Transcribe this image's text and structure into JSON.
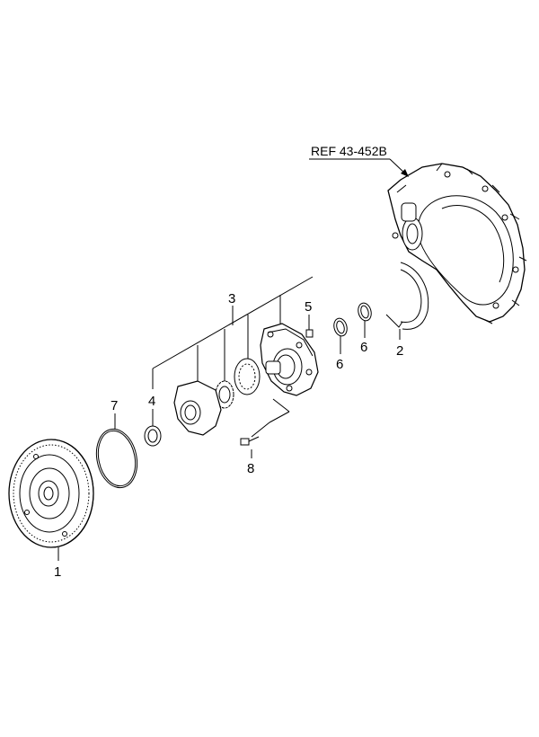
{
  "reference": {
    "text": "REF 43-452B"
  },
  "callouts": [
    {
      "id": "1",
      "text": "1"
    },
    {
      "id": "2",
      "text": "2"
    },
    {
      "id": "3",
      "text": "3"
    },
    {
      "id": "4",
      "text": "4"
    },
    {
      "id": "5",
      "text": "5"
    },
    {
      "id": "6a",
      "text": "6"
    },
    {
      "id": "6b",
      "text": "6"
    },
    {
      "id": "7",
      "text": "7"
    },
    {
      "id": "8",
      "text": "8"
    }
  ]
}
